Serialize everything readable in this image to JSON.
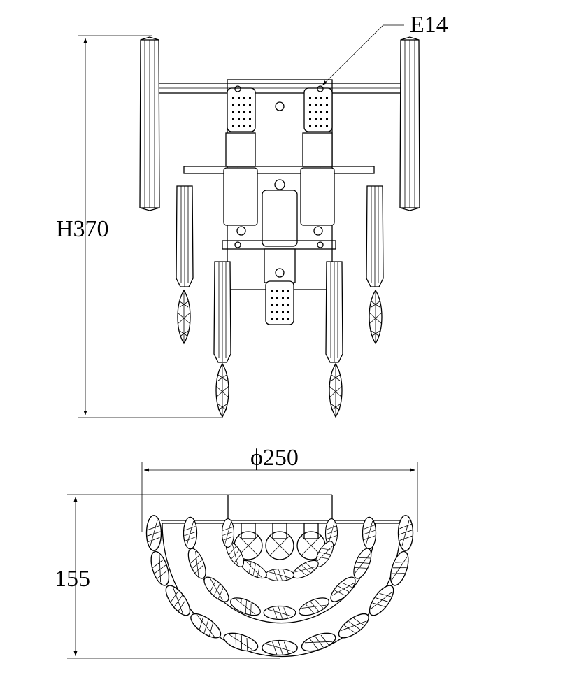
{
  "labels": {
    "socket": "E14",
    "height": "H370",
    "diameter": "ϕ250",
    "depth": "155"
  },
  "colors": {
    "line": "#000000",
    "background": "#ffffff"
  }
}
